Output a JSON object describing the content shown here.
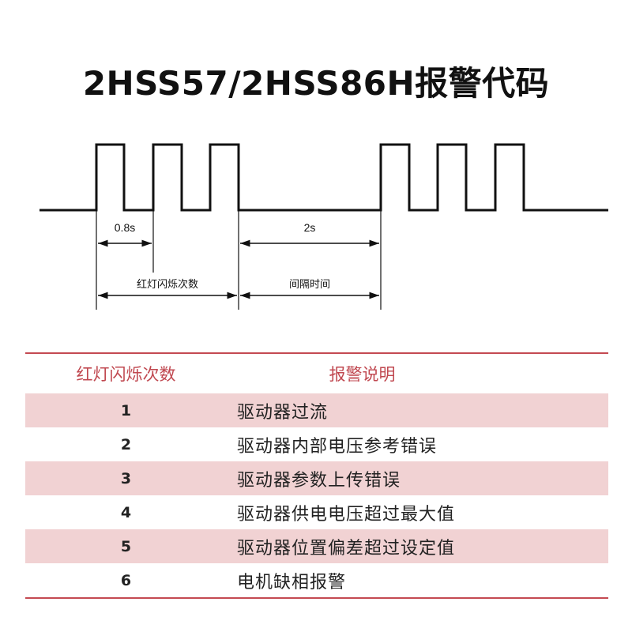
{
  "title": "2HSS57/2HSS86H报警代码",
  "diagram": {
    "pulse_label": "0.8s",
    "gap_label": "2s",
    "blink_count_label": "红灯闪烁次数",
    "interval_label": "间隔时间",
    "colors": {
      "line": "#111111"
    }
  },
  "table": {
    "headers": [
      "红灯闪烁次数",
      "报警说明"
    ],
    "rows": [
      {
        "count": "1",
        "desc": "驱动器过流"
      },
      {
        "count": "2",
        "desc": "驱动器内部电压参考错误"
      },
      {
        "count": "3",
        "desc": "驱动器参数上传错误"
      },
      {
        "count": "4",
        "desc": "驱动器供电电压超过最大值"
      },
      {
        "count": "5",
        "desc": "驱动器位置偏差超过设定值"
      },
      {
        "count": "6",
        "desc": "电机缺相报警"
      }
    ],
    "colors": {
      "rule": "#c44a52",
      "header_text": "#c04850",
      "shaded_row": "#f1d2d3"
    }
  }
}
